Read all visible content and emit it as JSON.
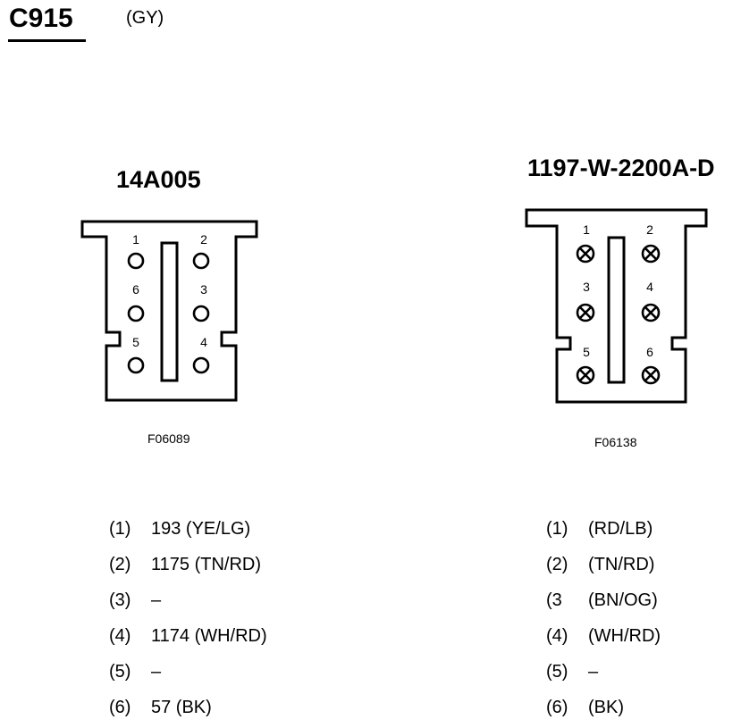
{
  "header": {
    "title": "C915",
    "color_code": "(GY)"
  },
  "connectors": [
    {
      "part_number": "14A005",
      "figure_id": "F06089",
      "pin_labels": [
        "1",
        "2",
        "6",
        "3",
        "5",
        "4"
      ],
      "pin_style": "open-circle",
      "pins": [
        {
          "num": "(1)",
          "wire": "193 (YE/LG)"
        },
        {
          "num": "(2)",
          "wire": "1175 (TN/RD)"
        },
        {
          "num": "(3)",
          "wire": "–"
        },
        {
          "num": "(4)",
          "wire": "1174 (WH/RD)"
        },
        {
          "num": "(5)",
          "wire": "–"
        },
        {
          "num": "(6)",
          "wire": "57 (BK)"
        }
      ]
    },
    {
      "part_number": "1197-W-2200A-D",
      "figure_id": "F06138",
      "pin_labels": [
        "1",
        "2",
        "3",
        "4",
        "5",
        "6"
      ],
      "pin_style": "crossed-circle",
      "pins": [
        {
          "num": "(1)",
          "wire": "(RD/LB)"
        },
        {
          "num": "(2)",
          "wire": "(TN/RD)"
        },
        {
          "num": " (3",
          "wire": "(BN/OG)"
        },
        {
          "num": "(4)",
          "wire": "(WH/RD)"
        },
        {
          "num": "(5)",
          "wire": "–"
        },
        {
          "num": "(6)",
          "wire": "(BK)"
        }
      ]
    }
  ]
}
